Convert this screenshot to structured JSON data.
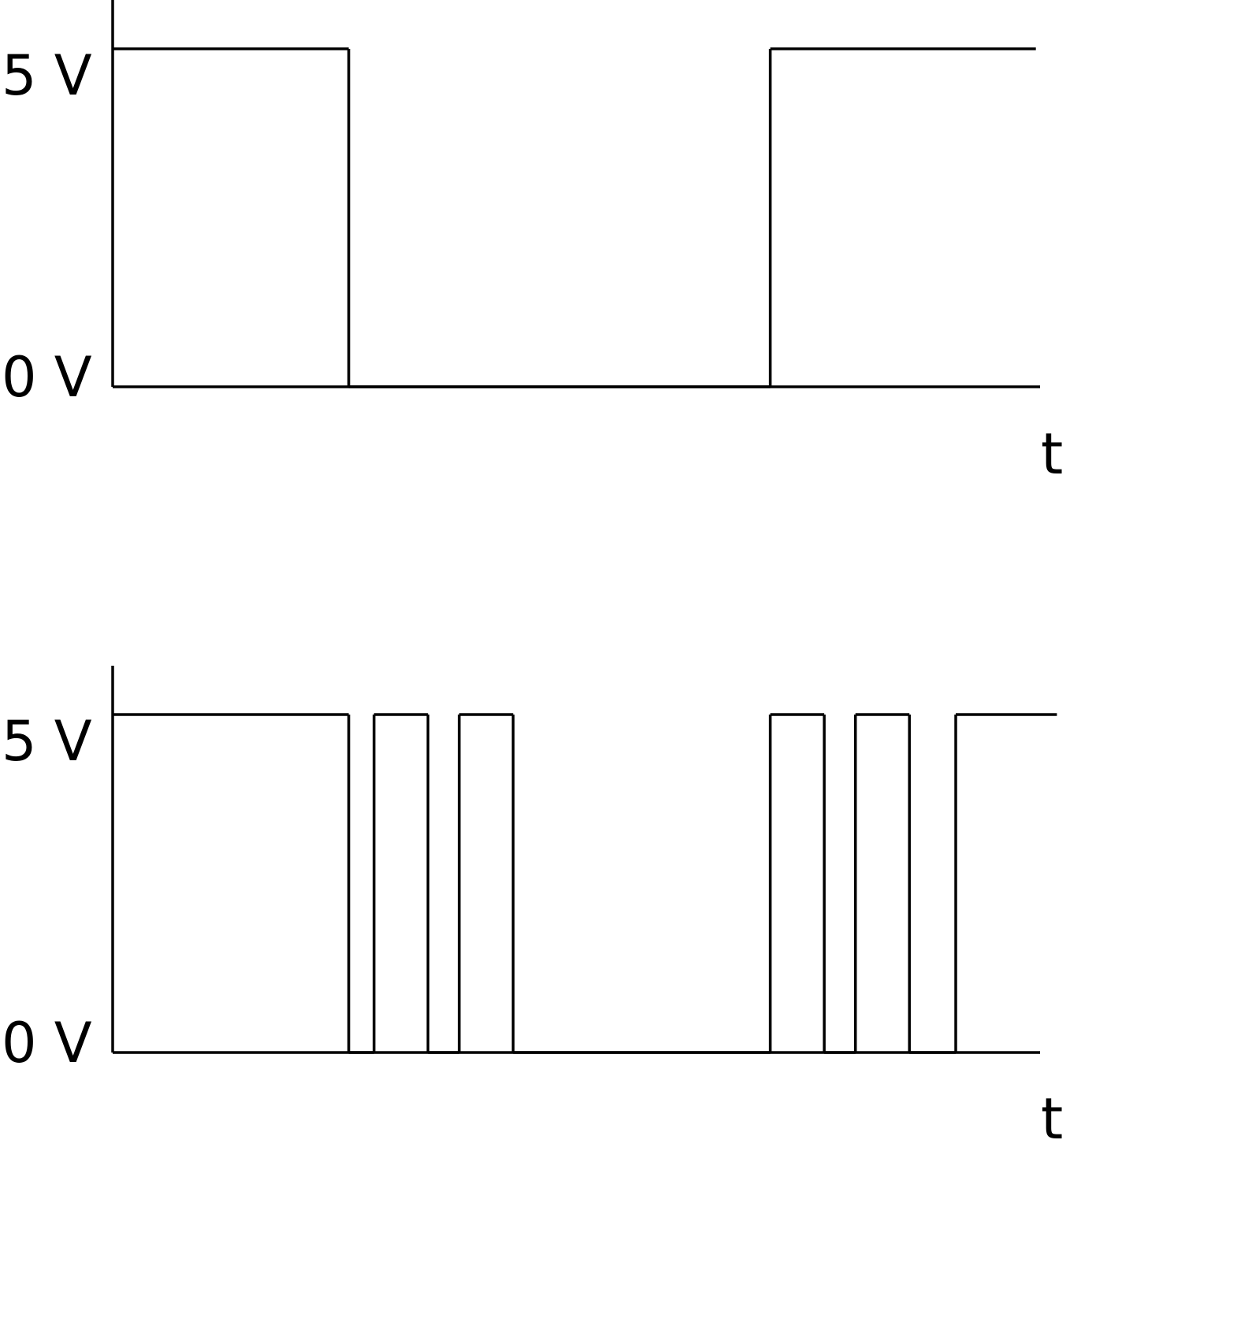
{
  "chart_data": [
    {
      "type": "line",
      "title": "",
      "xlabel": "t",
      "ylabel": "",
      "y_ticks": [
        {
          "value": 0,
          "label": "0 V"
        },
        {
          "value": 5,
          "label": "5 V"
        }
      ],
      "ylim": [
        0,
        5.8
      ],
      "xlim": [
        0,
        1100
      ],
      "grid": false,
      "legend": "none",
      "line_color": "#000000",
      "series": [
        {
          "x": [
            0,
            280,
            280,
            780,
            780,
            1095
          ],
          "y": [
            5,
            5,
            0,
            0,
            5,
            5
          ]
        }
      ]
    },
    {
      "type": "line",
      "title": "",
      "xlabel": "t",
      "ylabel": "",
      "y_ticks": [
        {
          "value": 0,
          "label": "0 V"
        },
        {
          "value": 5,
          "label": "5 V"
        }
      ],
      "ylim": [
        0,
        5.8
      ],
      "xlim": [
        0,
        1100
      ],
      "grid": false,
      "legend": "none",
      "line_color": "#000000",
      "series": [
        {
          "x": [
            0,
            280,
            280,
            310,
            310,
            374,
            374,
            411,
            411,
            475,
            475,
            780,
            780,
            844,
            844,
            881,
            881,
            945,
            945,
            1000,
            1000,
            1120
          ],
          "y": [
            5,
            5,
            0,
            0,
            5,
            5,
            0,
            0,
            5,
            5,
            0,
            0,
            5,
            5,
            0,
            0,
            5,
            5,
            0,
            0,
            5,
            5
          ]
        }
      ]
    }
  ]
}
